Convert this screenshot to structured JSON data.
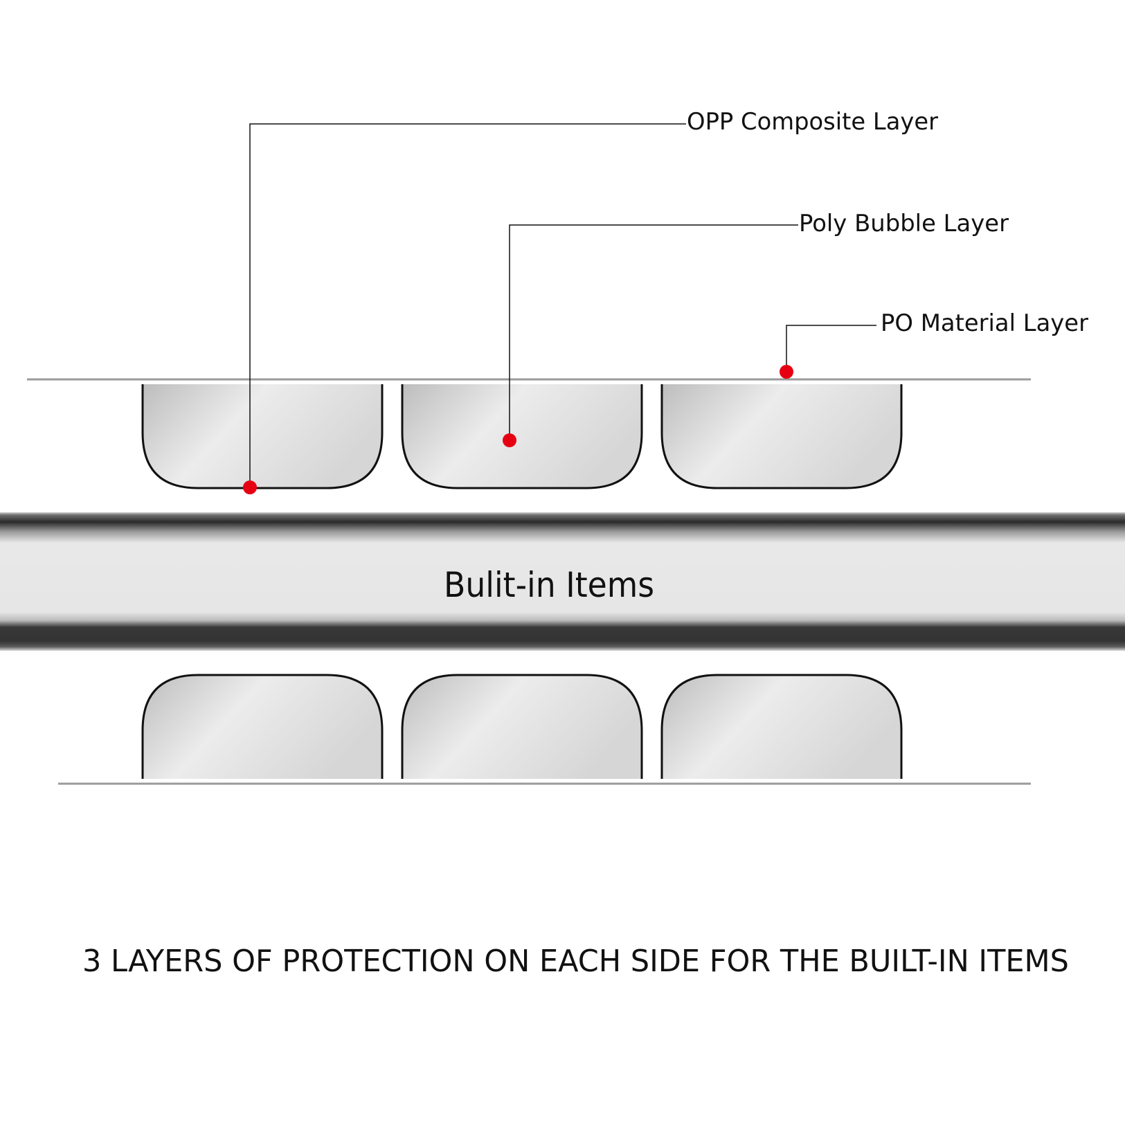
{
  "labels": {
    "opp": "OPP Composite Layer",
    "poly": "Poly Bubble Layer",
    "po": "PO Material Layer",
    "center": "Bulit-in Items",
    "caption": "3 LAYERS OF PROTECTION ON EACH SIDE FOR THE BUILT-IN ITEMS"
  },
  "colors": {
    "marker": "#e60012",
    "outline": "#111111",
    "film": "#9a9a9a",
    "band_dark": "#333333",
    "band_light": "#e6e6e6"
  }
}
